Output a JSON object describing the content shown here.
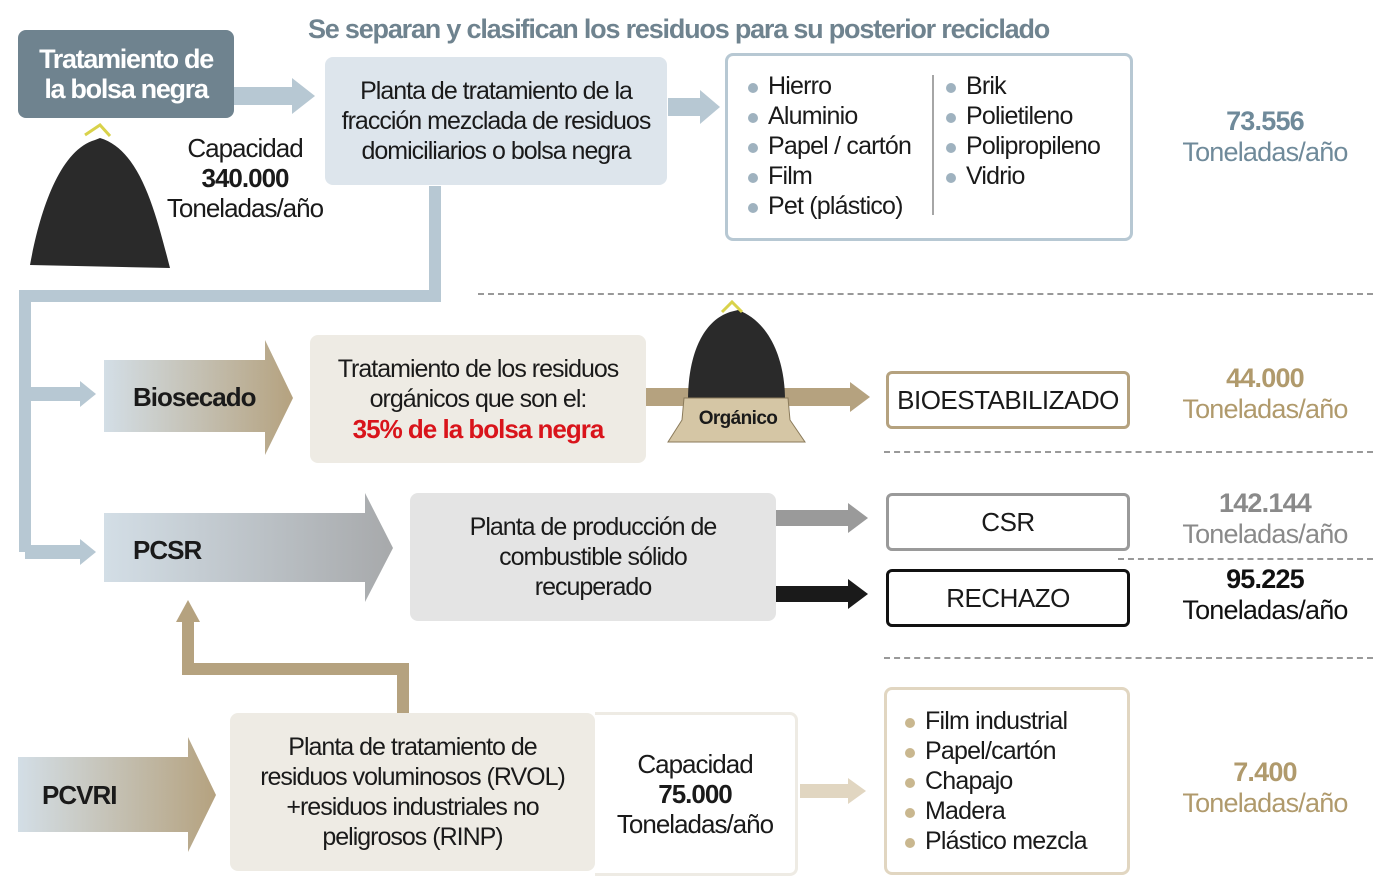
{
  "title": "Se separan y clasifican los residuos para su posterior reciclado",
  "header_box": {
    "line1": "Tratamiento de",
    "line2": "la bolsa negra"
  },
  "capacity_main": {
    "label": "Capacidad",
    "value": "340.000",
    "unit": "Toneladas/año"
  },
  "plant_main": {
    "line1": "Planta de tratamiento de la",
    "line2": "fracción mezclada de residuos",
    "line3": "domiciliarios o bolsa negra"
  },
  "recyclables": {
    "col1": [
      "Hierro",
      "Aluminio",
      "Papel / cartón",
      "Film",
      "Pet (plástico)"
    ],
    "col2": [
      "Brik",
      "Polietileno",
      "Polipropileno",
      "Vidrio"
    ]
  },
  "out_recyclables": {
    "value": "73.556",
    "unit": "Toneladas/año"
  },
  "biosecado": {
    "label": "Biosecado",
    "line1": "Tratamiento de los residuos",
    "line2": "orgánicos que son el:",
    "highlight": "35% de la bolsa negra",
    "bag_label": "Orgánico",
    "output": "BIOESTABILIZADO",
    "value": "44.000",
    "unit": "Toneladas/año"
  },
  "pcsr": {
    "label": "PCSR",
    "line1": "Planta de producción de",
    "line2": "combustible sólido",
    "line3": "recuperado",
    "out1": "CSR",
    "out1_value": "142.144",
    "out1_unit": "Toneladas/año",
    "out2": "RECHAZO",
    "out2_value": "95.225",
    "out2_unit": "Toneladas/año"
  },
  "pcvri": {
    "label": "PCVRI",
    "line1": "Planta de tratamiento de",
    "line2": "residuos voluminosos (RVOL)",
    "line3": "+residuos industriales no",
    "line4": "peligrosos (RINP)",
    "cap_label": "Capacidad",
    "cap_value": "75.000",
    "cap_unit": "Toneladas/año",
    "materials": [
      "Film industrial",
      "Papel/cartón",
      "Chapajo",
      "Madera",
      "Plástico mezcla"
    ],
    "value": "7.400",
    "unit": "Toneladas/año"
  },
  "colors": {
    "blue": "#6f838f",
    "lightblue": "#b7c8d3",
    "tan": "#b5a27f",
    "red": "#d9141b"
  }
}
